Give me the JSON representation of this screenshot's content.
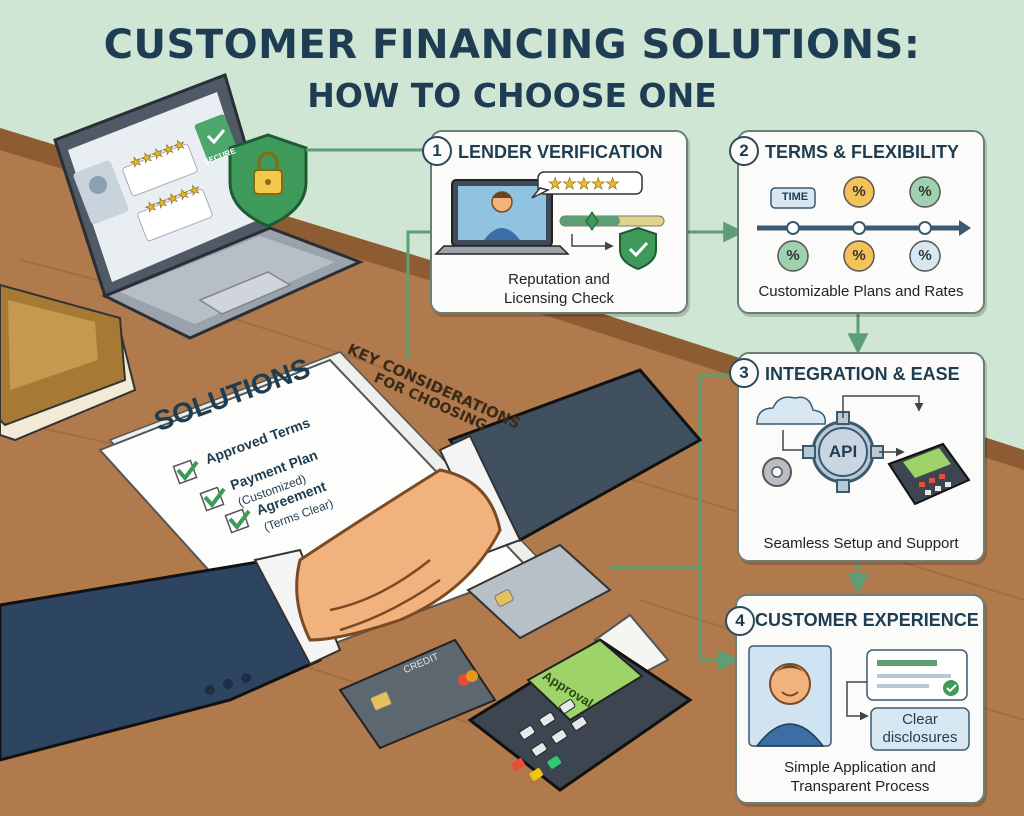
{
  "title": {
    "line1": "CUSTOMER FINANCING SOLUTIONS:",
    "line2": "HOW TO CHOOSE ONE"
  },
  "laptop": {
    "badge": "SECURE"
  },
  "side_label": {
    "line1": "KEY CONSIDERATIONS",
    "line2": "FOR CHOOSING"
  },
  "document": {
    "heading": "SOLUTIONS",
    "items": [
      {
        "label": "Approved Terms",
        "sub": ""
      },
      {
        "label": "Payment Plan",
        "sub": "(Customized)"
      },
      {
        "label": "Agreement",
        "sub": "(Terms Clear)"
      }
    ]
  },
  "credit_card_label": "CREDIT",
  "terminal_screen": "Approval",
  "steps": [
    {
      "number": "1",
      "title": "LENDER VERIFICATION",
      "caption_line1": "Reputation and",
      "caption_line2": "Licensing Check"
    },
    {
      "number": "2",
      "title": "TERMS & FLEXIBILITY",
      "caption_line1": "Customizable Plans and Rates",
      "caption_line2": "",
      "time_label": "TIME",
      "percent_symbol": "%"
    },
    {
      "number": "3",
      "title": "INTEGRATION & EASE",
      "caption_line1": "Seamless Setup and Support",
      "caption_line2": "",
      "api_label": "API"
    },
    {
      "number": "4",
      "title": "CUSTOMER EXPERIENCE",
      "caption_line1": "Simple Application and",
      "caption_line2": "Transparent Process",
      "disclosure_line1": "Clear",
      "disclosure_line2": "disclosures"
    }
  ],
  "colors": {
    "background": "#cfe6d4",
    "title": "#1f3d52",
    "connector": "#5e9e74",
    "desk": "#b07a4c",
    "shield": "#3e9a5a",
    "rating_star": "#e8b92d"
  },
  "rating": {
    "lender_stars": 5
  }
}
